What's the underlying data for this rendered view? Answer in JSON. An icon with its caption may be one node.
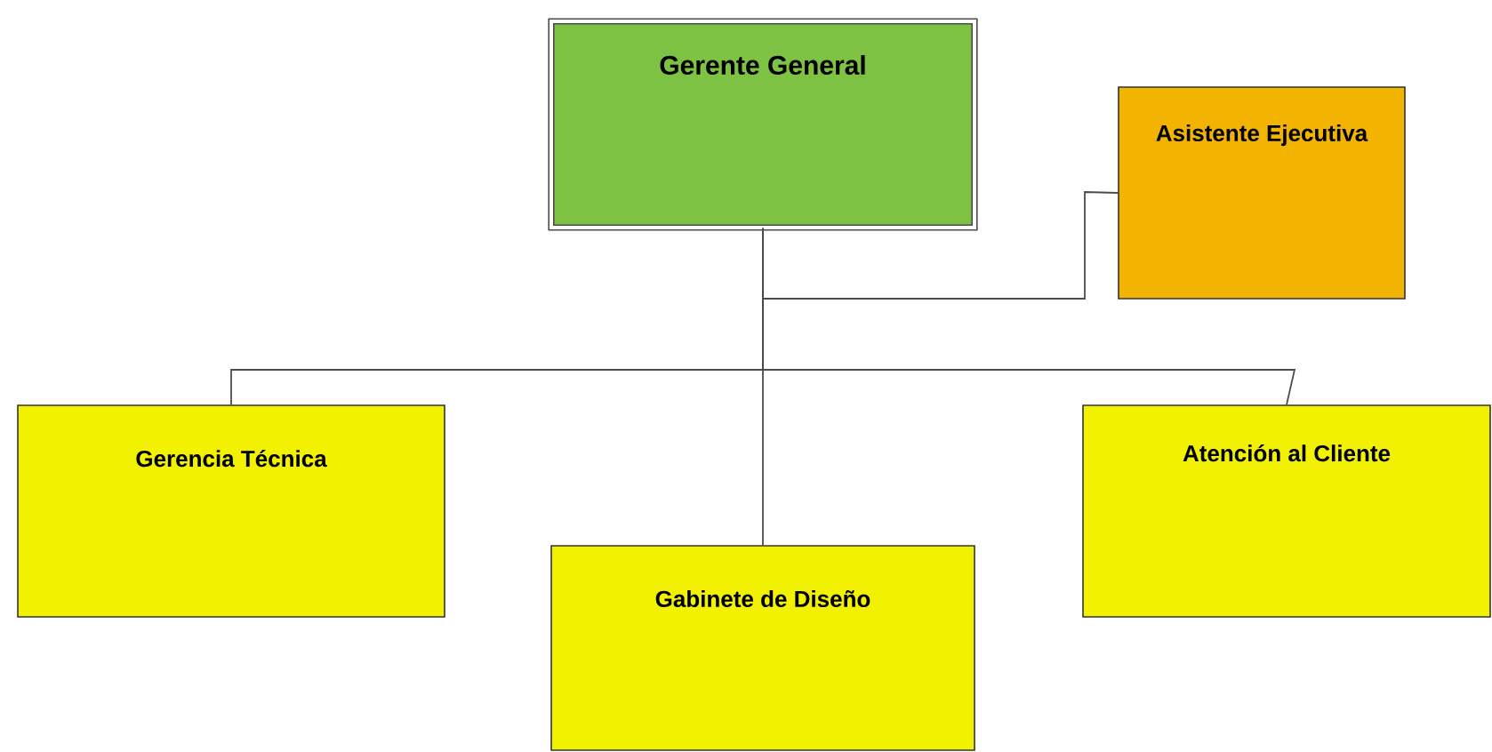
{
  "diagram": {
    "nodes": [
      {
        "text": [
          "Gerente General"
        ]
      },
      {
        "text": [
          "Asistente Ejecutiva"
        ]
      },
      {
        "text": [
          "Gerencia Técnica"
        ]
      },
      {
        "text": [
          "Gabinete de Diseño"
        ]
      },
      {
        "text": [
          "Atención al Cliente"
        ]
      }
    ],
    "edges": [
      {
        "from": 0,
        "to": 1,
        "arrow": "none"
      },
      {
        "from": 0,
        "to": 2,
        "arrow": "none"
      },
      {
        "from": 0,
        "to": 3,
        "arrow": "none"
      },
      {
        "from": 0,
        "to": 4,
        "arrow": "none"
      }
    ]
  }
}
